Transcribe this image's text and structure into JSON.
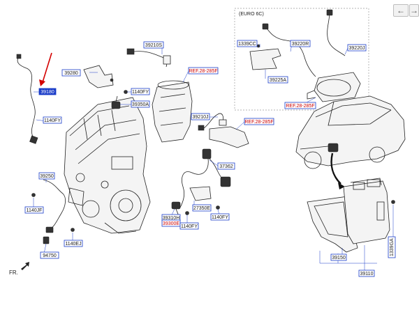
{
  "nav": {
    "back_label": "←",
    "forward_label": "→"
  },
  "euro_box_label": "(EURO 6C)",
  "orientation_label": "FR.",
  "ref_labels": {
    "ref1": "REF.28-285F",
    "ref2": "REF.28-285F",
    "ref3": "REF.28-285F"
  },
  "part_labels": {
    "p39180": "39180",
    "p39210s": "39210S",
    "p39280": "39280",
    "p1140fy_a": "1140FY",
    "p39350a": "39350A",
    "p1140fy_b": "1140FY",
    "p39250": "39250",
    "p1140jf": "1140JF",
    "p94750": "94750",
    "p1140ej": "1140EJ",
    "p39210j": "39210J",
    "p37362": "37362",
    "p27350e": "27350E",
    "p1140fy_c": "1140FY",
    "p39310h": "39310H",
    "p39300e": "39300E",
    "p1140fy_d": "1140FY",
    "p1339cc": "1339CC",
    "p39220r": "39220R",
    "p39225a": "39225A",
    "p39220j": "39220J",
    "p39150": "39150",
    "p39110": "39110",
    "p1339ga": "1339GA"
  },
  "colors": {
    "label_border": "#1a3cc8",
    "ref_text": "#cc0000",
    "arrow": "#d40000"
  },
  "icons": {
    "back": "arrow-left-icon",
    "forward": "arrow-right-icon",
    "front": "front-arrow-icon"
  }
}
